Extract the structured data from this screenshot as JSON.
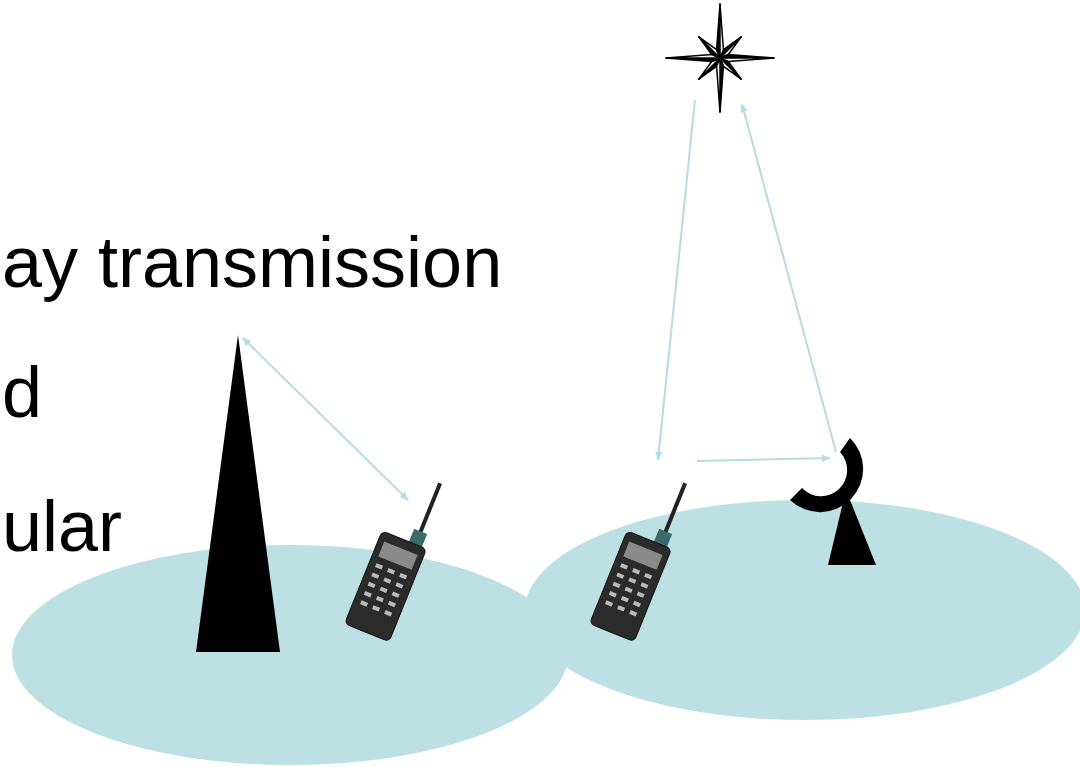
{
  "diagram": {
    "labels": [
      "ay transmission",
      "d",
      "ular"
    ]
  }
}
